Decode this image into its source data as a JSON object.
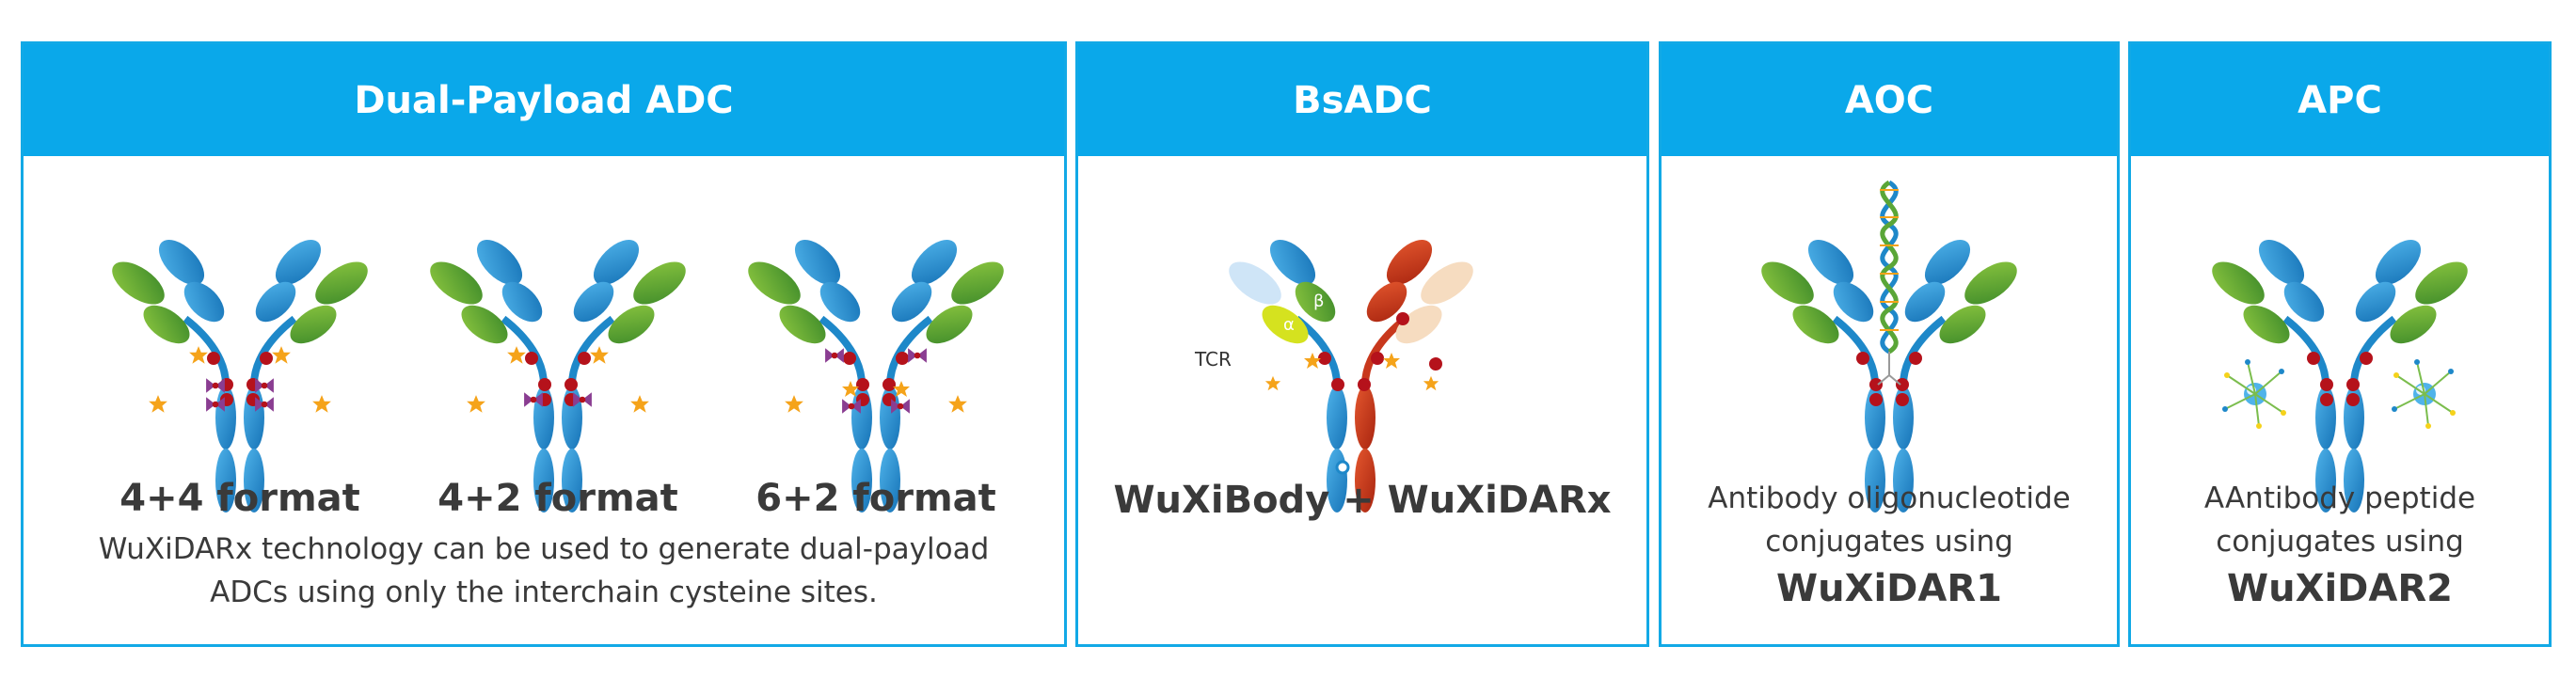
{
  "panels": {
    "dual": {
      "title": "Dual-Payload ADC",
      "formats": [
        "4+4 format",
        "4+2 format",
        "6+2 format"
      ],
      "description_line1": "WuXiDARx technology can be used to generate dual-payload",
      "description_line2": "ADCs using only the interchain cysteine sites."
    },
    "bsadc": {
      "title": "BsADC",
      "tcr_label": "TCR",
      "alpha_label": "α",
      "beta_label": "β",
      "caption": "WuXiBody + WuXiDARx"
    },
    "aoc": {
      "title": "AOC",
      "line1": "Antibody oligonucleotide",
      "line2": "conjugates using",
      "tech": "WuXiDAR1"
    },
    "apc": {
      "title": "APC",
      "line1": "AAntibody peptide",
      "line2": "conjugates using",
      "tech": "WuXiDAR2"
    }
  },
  "colors": {
    "header_blue": "#0aa8ea",
    "antibody_blue": "#1e88c9",
    "antibody_green": "#5aa637",
    "linker_red": "#b5121b",
    "payload_orange": "#f5a31a",
    "payload_purple": "#8a3d91",
    "bispecific_red": "#c8381d",
    "bispecific_peach": "#f6dcc0"
  }
}
